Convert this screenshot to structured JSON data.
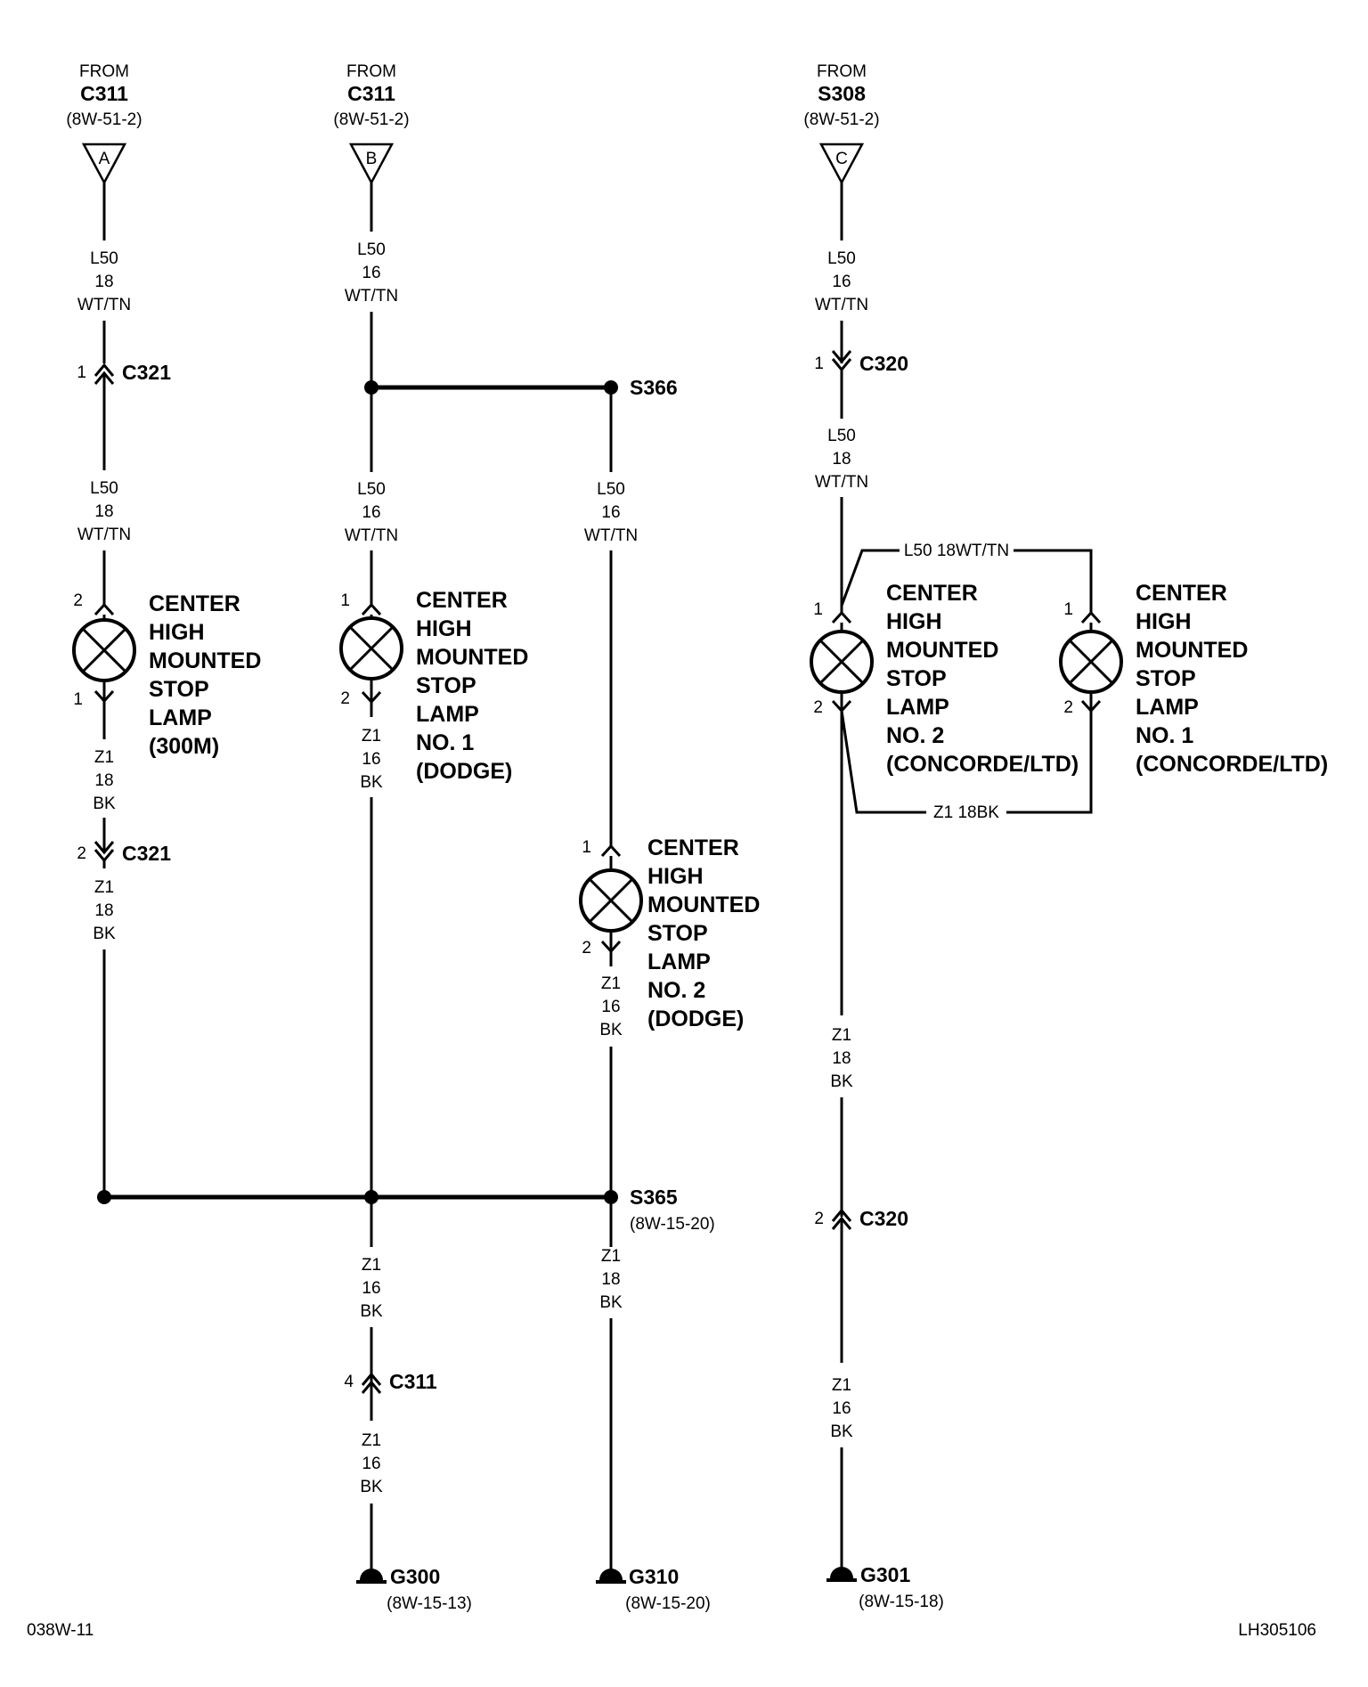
{
  "from_label": "FROM",
  "sources": [
    {
      "conn": "C311",
      "ref": "(8W-51-2)",
      "letter": "A"
    },
    {
      "conn": "C311",
      "ref": "(8W-51-2)",
      "letter": "B"
    },
    {
      "conn": "S308",
      "ref": "(8W-51-2)",
      "letter": "C"
    }
  ],
  "wires": {
    "w1": [
      "L50",
      "18",
      "WT/TN"
    ],
    "w2": [
      "L50",
      "18",
      "WT/TN"
    ],
    "w3": [
      "Z1",
      "18",
      "BK"
    ],
    "w4": [
      "Z1",
      "18",
      "BK"
    ],
    "w5": [
      "L50",
      "16",
      "WT/TN"
    ],
    "w6": [
      "L50",
      "16",
      "WT/TN"
    ],
    "w7": [
      "Z1",
      "16",
      "BK"
    ],
    "w8": [
      "Z1",
      "16",
      "BK"
    ],
    "w9": [
      "Z1",
      "16",
      "BK"
    ],
    "w10": [
      "L50",
      "16",
      "WT/TN"
    ],
    "w11": [
      "Z1",
      "16",
      "BK"
    ],
    "w12": [
      "Z1",
      "18",
      "BK"
    ],
    "w13": [
      "L50",
      "16",
      "WT/TN"
    ],
    "w14": [
      "L50",
      "18",
      "WT/TN"
    ],
    "w15": [
      "Z1",
      "18",
      "BK"
    ],
    "w16": [
      "Z1",
      "16",
      "BK"
    ]
  },
  "bridges": {
    "top": "L50  18WT/TN",
    "bottom": "Z1  18BK"
  },
  "connectors": {
    "c321a": {
      "name": "C321",
      "pin": "1"
    },
    "c321b": {
      "name": "C321",
      "pin": "2"
    },
    "c311": {
      "name": "C311",
      "pin": "4"
    },
    "c320a": {
      "name": "C320",
      "pin": "1"
    },
    "c320b": {
      "name": "C320",
      "pin": "2"
    }
  },
  "splices": {
    "s366": "S366",
    "s365": "S365",
    "s365_ref": "(8W-15-20)"
  },
  "lamps": {
    "l1": {
      "lines": [
        "CENTER",
        "HIGH",
        "MOUNTED",
        "STOP",
        "LAMP",
        "(300M)"
      ],
      "pin_top": "2",
      "pin_bottom": "1"
    },
    "l2": {
      "lines": [
        "CENTER",
        "HIGH",
        "MOUNTED",
        "STOP",
        "LAMP",
        "NO. 1",
        "(DODGE)"
      ],
      "pin_top": "1",
      "pin_bottom": "2"
    },
    "l3": {
      "lines": [
        "CENTER",
        "HIGH",
        "MOUNTED",
        "STOP",
        "LAMP",
        "NO. 2",
        "(DODGE)"
      ],
      "pin_top": "1",
      "pin_bottom": "2"
    },
    "l4": {
      "lines": [
        "CENTER",
        "HIGH",
        "MOUNTED",
        "STOP",
        "LAMP",
        "NO. 2",
        "(CONCORDE/LTD)"
      ],
      "pin_top": "1",
      "pin_bottom": "2"
    },
    "l5": {
      "lines": [
        "CENTER",
        "HIGH",
        "MOUNTED",
        "STOP",
        "LAMP",
        "NO. 1",
        "(CONCORDE/LTD)"
      ],
      "pin_top": "1",
      "pin_bottom": "2"
    }
  },
  "grounds": {
    "g300": {
      "name": "G300",
      "ref": "(8W-15-13)"
    },
    "g310": {
      "name": "G310",
      "ref": "(8W-15-20)"
    },
    "g301": {
      "name": "G301",
      "ref": "(8W-15-18)"
    }
  },
  "footer": {
    "left": "038W-11",
    "right": "LH305106"
  }
}
